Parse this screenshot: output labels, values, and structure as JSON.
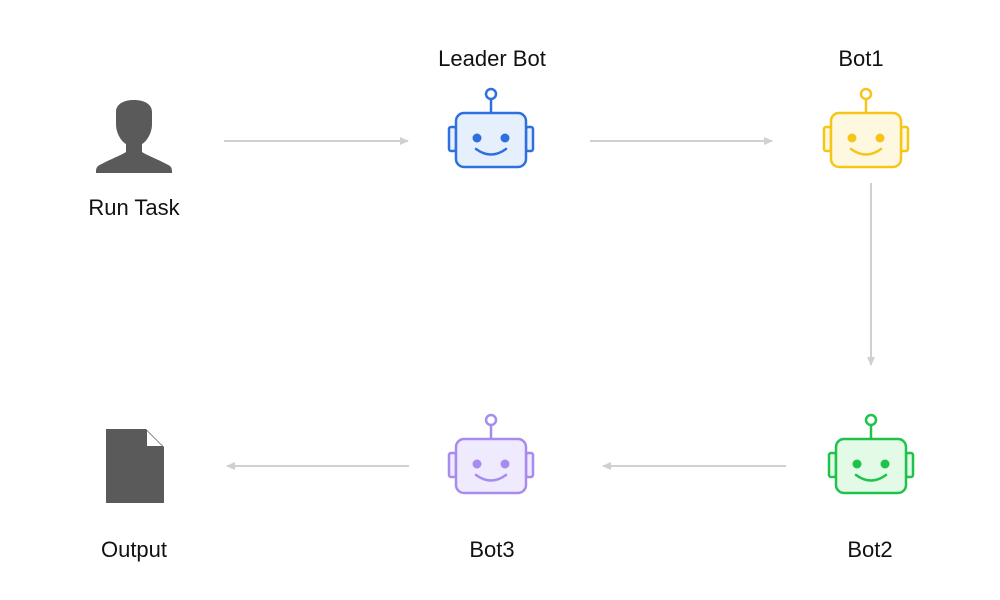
{
  "nodes": {
    "run_task": {
      "label": "Run Task",
      "icon": "user-icon",
      "color": "#5a5a5a"
    },
    "leader_bot": {
      "label": "Leader Bot",
      "icon": "robot-icon",
      "color": "#2f6fe0",
      "fill": "#e6f0fd"
    },
    "bot1": {
      "label": "Bot1",
      "icon": "robot-icon",
      "color": "#f5c518",
      "fill": "#fff8e1"
    },
    "bot2": {
      "label": "Bot2",
      "icon": "robot-icon",
      "color": "#1fc24a",
      "fill": "#e3fbe6"
    },
    "bot3": {
      "label": "Bot3",
      "icon": "robot-icon",
      "color": "#a78bef",
      "fill": "#efeafe"
    },
    "output": {
      "label": "Output",
      "icon": "document-icon",
      "color": "#5a5a5a"
    }
  },
  "arrow_color": "#d0d0d0",
  "edges": [
    {
      "from": "run_task",
      "to": "leader_bot"
    },
    {
      "from": "leader_bot",
      "to": "bot1"
    },
    {
      "from": "bot1",
      "to": "bot2"
    },
    {
      "from": "bot2",
      "to": "bot3"
    },
    {
      "from": "bot3",
      "to": "output"
    }
  ]
}
